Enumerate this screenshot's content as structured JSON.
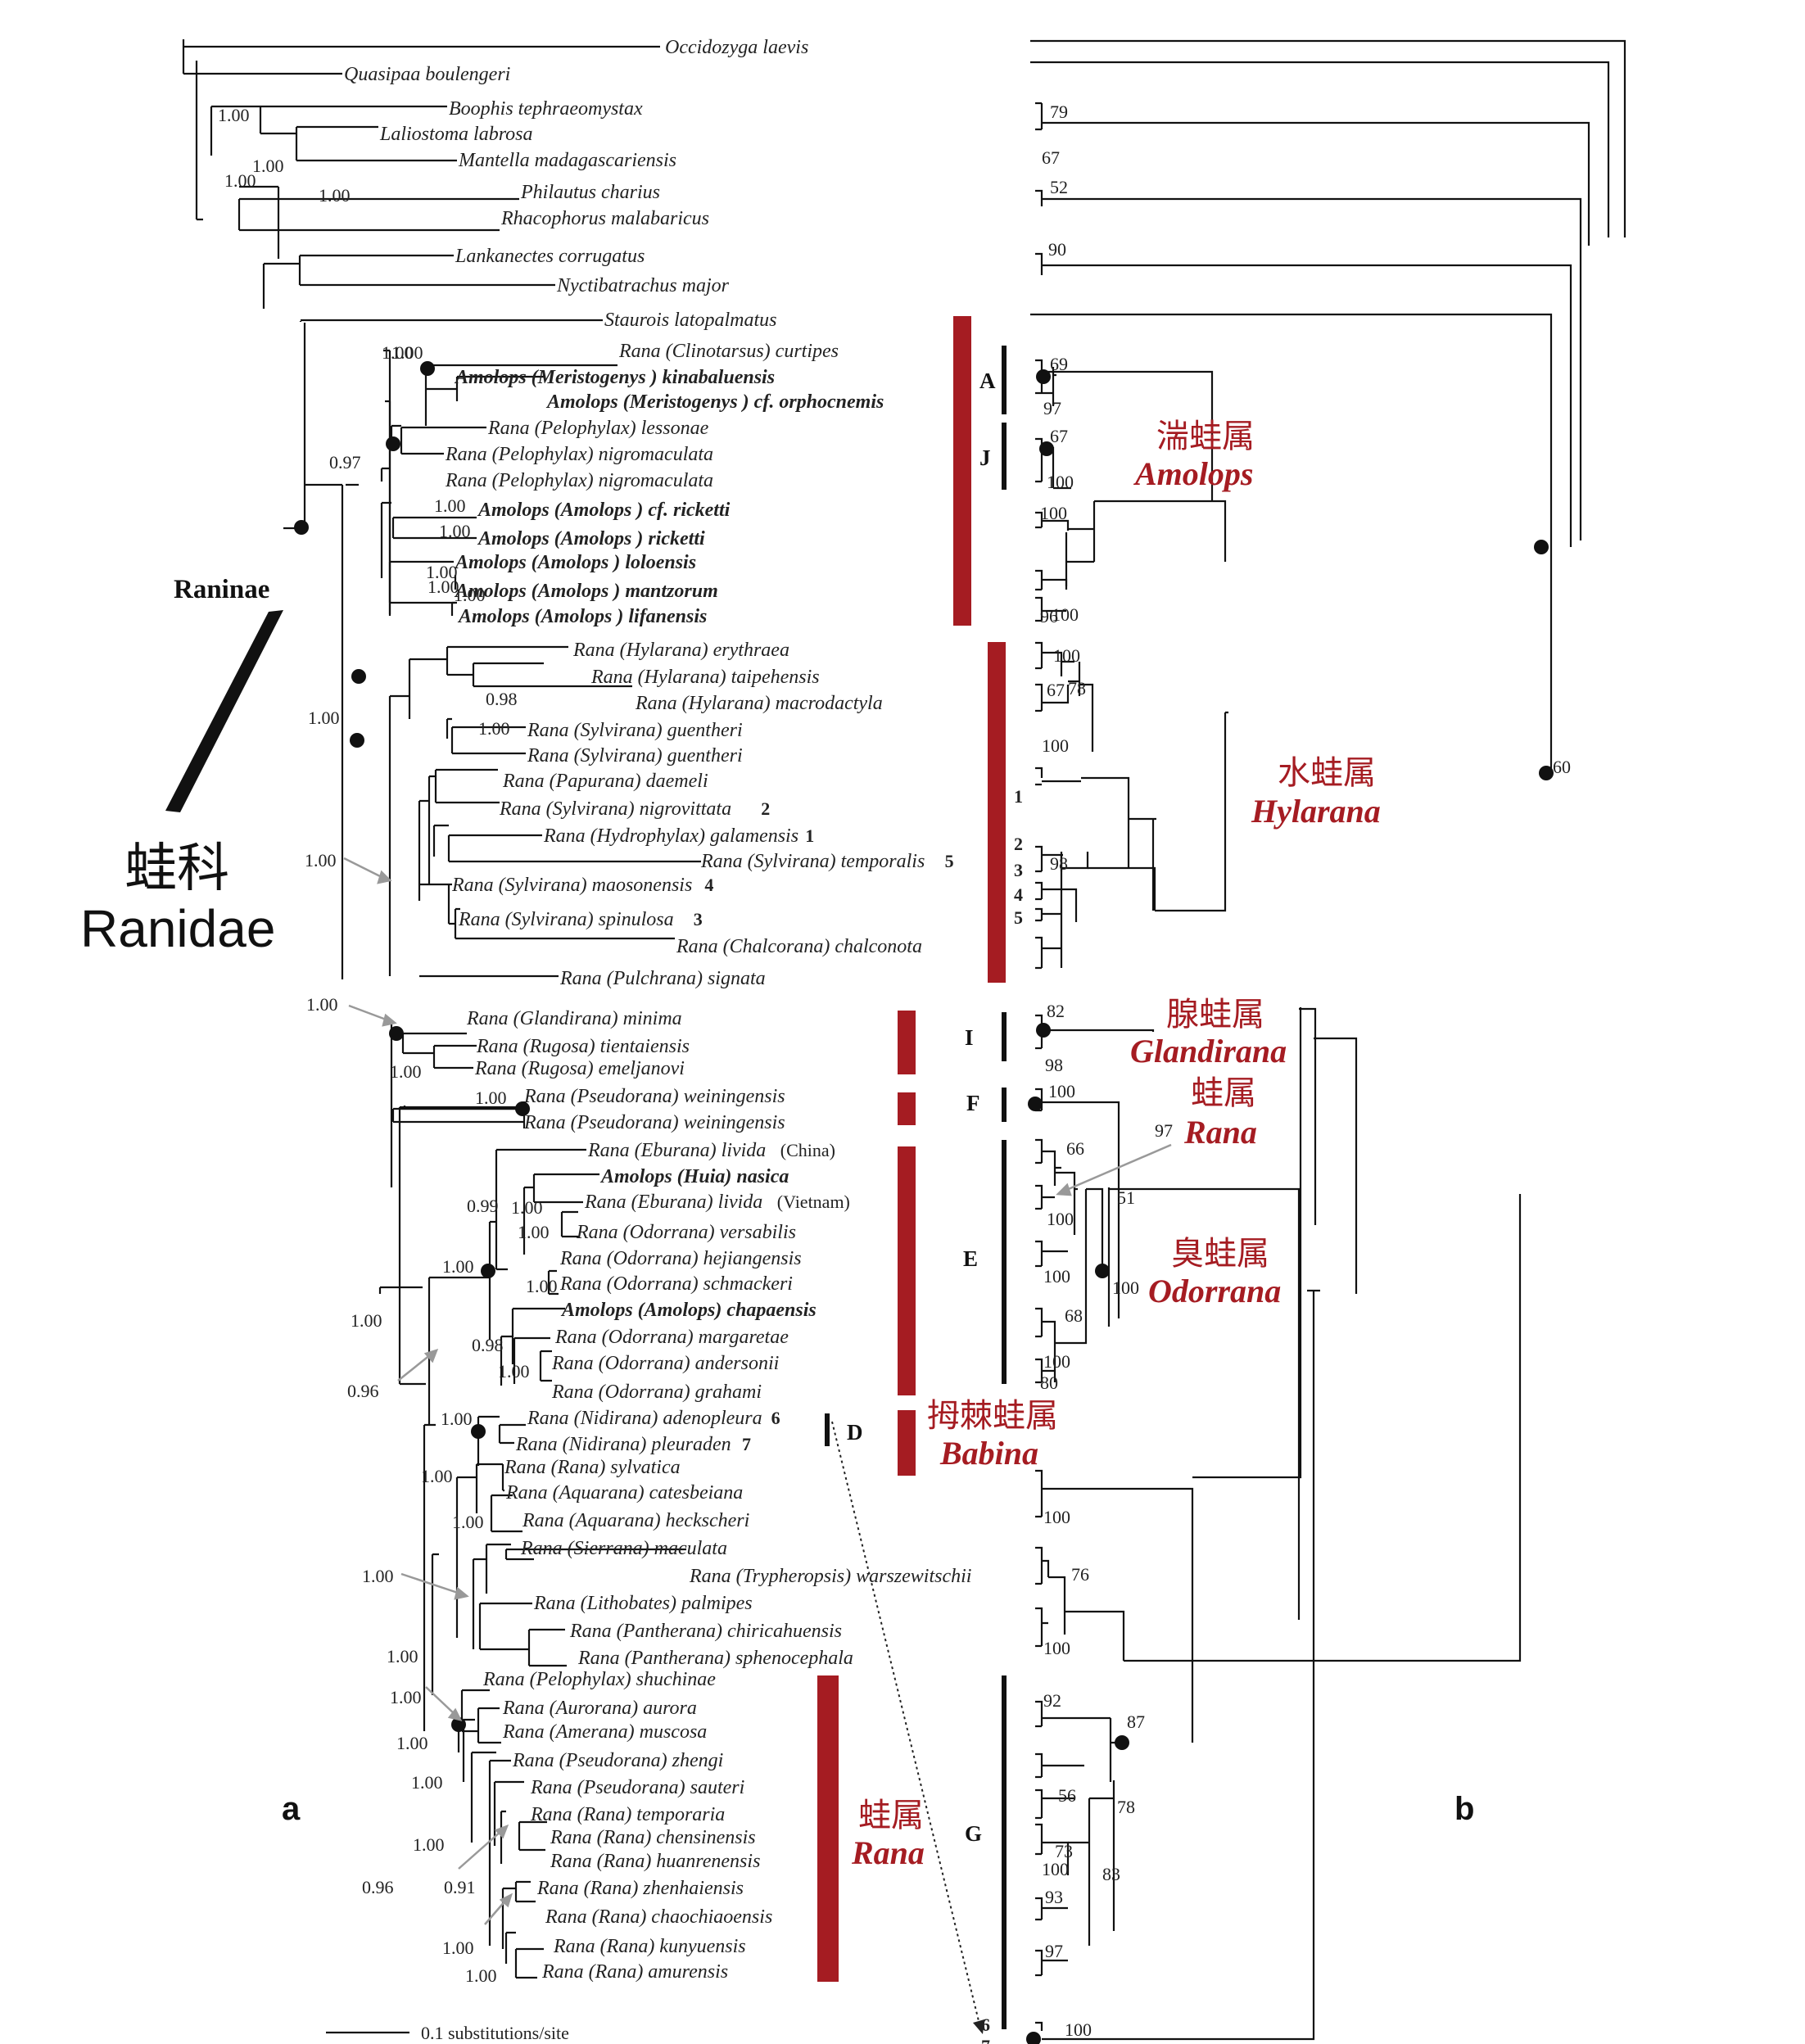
{
  "panels": {
    "a": "a",
    "b": "b"
  },
  "family": {
    "cn": "蛙科",
    "latin": "Ranidae",
    "subfamily": "Raninae"
  },
  "scale_bar": "0.1 substitutions/site",
  "genera": {
    "amolops": {
      "cn": "湍蛙属",
      "la": "Amolops"
    },
    "hylarana": {
      "cn": "水蛙属",
      "la": "Hylarana"
    },
    "glandirana": {
      "cn": "腺蛙属",
      "la": "Glandirana"
    },
    "rana1": {
      "cn": "蛙属",
      "la": "Rana"
    },
    "odorrana": {
      "cn": "臭蛙属",
      "la": "Odorrana"
    },
    "babina": {
      "cn": "拇棘蛙属",
      "la": "Babina"
    },
    "rana2": {
      "cn": "蛙属",
      "la": "Rana"
    }
  },
  "clades": [
    "A",
    "J",
    "I",
    "F",
    "E",
    "D",
    "G"
  ],
  "taxa": [
    {
      "n": "Occidozyga laevis"
    },
    {
      "n": "Quasipaa boulengeri"
    },
    {
      "n": "Boophis tephraeomystax"
    },
    {
      "n": "Laliostoma labrosa"
    },
    {
      "n": "Mantella madagascariensis"
    },
    {
      "n": "Philautus charius"
    },
    {
      "n": "Rhacophorus malabaricus"
    },
    {
      "n": "Lankanectes corrugatus"
    },
    {
      "n": "Nyctibatrachus major"
    },
    {
      "n": "Staurois latopalmatus"
    },
    {
      "n": "Rana (Clinotarsus) curtipes"
    },
    {
      "n": "Amolops (Meristogenys ) kinabaluensis"
    },
    {
      "n": "Amolops (Meristogenys ) cf. orphocnemis"
    },
    {
      "n": "Rana (Pelophylax) lessonae"
    },
    {
      "n": "Rana (Pelophylax) nigromaculata"
    },
    {
      "n": "Rana (Pelophylax) nigromaculata"
    },
    {
      "n": "Amolops (Amolops ) cf. ricketti"
    },
    {
      "n": "Amolops (Amolops ) ricketti"
    },
    {
      "n": "Amolops (Amolops ) loloensis"
    },
    {
      "n": "Amolops (Amolops ) mantzorum"
    },
    {
      "n": "Amolops (Amolops ) lifanensis"
    },
    {
      "n": "Rana (Hylarana) erythraea"
    },
    {
      "n": "Rana (Hylarana) taipehensis"
    },
    {
      "n": "Rana (Hylarana) macrodactyla"
    },
    {
      "n": "Rana (Sylvirana) guentheri"
    },
    {
      "n": "Rana (Sylvirana) guentheri"
    },
    {
      "n": "Rana (Papurana) daemeli"
    },
    {
      "n": "Rana (Sylvirana) nigrovittata",
      "m": "2"
    },
    {
      "n": "Rana (Hydrophylax) galamensis",
      "m": "1"
    },
    {
      "n": "Rana (Sylvirana) temporalis",
      "m": "5"
    },
    {
      "n": "Rana (Sylvirana) maosonensis",
      "m": "4"
    },
    {
      "n": "Rana (Sylvirana) spinulosa",
      "m": "3"
    },
    {
      "n": "Rana (Chalcorana) chalconota"
    },
    {
      "n": "Rana (Pulchrana) signata"
    },
    {
      "n": "Rana (Glandirana) minima"
    },
    {
      "n": "Rana (Rugosa) tientaiensis"
    },
    {
      "n": "Rana (Rugosa) emeljanovi"
    },
    {
      "n": "Rana (Pseudorana) weiningensis"
    },
    {
      "n": "Rana (Pseudorana) weiningensis"
    },
    {
      "n": "Rana (Eburana) livida",
      "s": "(China)"
    },
    {
      "n": "Amolops (Huia) nasica"
    },
    {
      "n": "Rana (Eburana) livida",
      "s": "(Vietnam)"
    },
    {
      "n": "Rana (Odorrana) versabilis"
    },
    {
      "n": "Rana (Odorrana) hejiangensis"
    },
    {
      "n": "Rana (Odorrana) schmackeri"
    },
    {
      "n": "Amolops (Amolops) chapaensis"
    },
    {
      "n": "Rana (Odorrana) margaretae"
    },
    {
      "n": "Rana (Odorrana) andersonii"
    },
    {
      "n": "Rana (Odorrana) grahami"
    },
    {
      "n": "Rana (Nidirana) adenopleura",
      "m": "6"
    },
    {
      "n": "Rana (Nidirana) pleuraden",
      "m": "7"
    },
    {
      "n": "Rana (Rana) sylvatica"
    },
    {
      "n": "Rana (Aquarana) catesbeiana"
    },
    {
      "n": "Rana (Aquarana) heckscheri"
    },
    {
      "n": "Rana (Sierrana) maculata"
    },
    {
      "n": "Rana (Trypheropsis) warszewitschii"
    },
    {
      "n": "Rana (Lithobates) palmipes"
    },
    {
      "n": "Rana (Pantherana) chiricahuensis"
    },
    {
      "n": "Rana (Pantherana) sphenocephala"
    },
    {
      "n": "Rana (Pelophylax) shuchinae"
    },
    {
      "n": "Rana (Aurorana) aurora"
    },
    {
      "n": "Rana (Amerana) muscosa"
    },
    {
      "n": "Rana (Pseudorana) zhengi"
    },
    {
      "n": "Rana (Pseudorana) sauteri"
    },
    {
      "n": "Rana (Rana) temporaria"
    },
    {
      "n": "Rana (Rana) chensinensis"
    },
    {
      "n": "Rana (Rana) huanrenensis"
    },
    {
      "n": "Rana (Rana) zhenhaiensis"
    },
    {
      "n": "Rana (Rana) chaochiaoensis"
    },
    {
      "n": "Rana (Rana) kunyuensis"
    },
    {
      "n": "Rana (Rana) amurensis"
    }
  ],
  "support_a": [
    "1.00",
    "1.00",
    "1.00",
    "1.00",
    "1.00",
    "0.97",
    "1.00",
    "1.00",
    "1.00",
    "1.00",
    "1.00",
    "1.00",
    "1.00",
    "0.98",
    "1.00",
    "1.00",
    "1.00",
    "1.00",
    "1.00",
    "0.99",
    "1.00",
    "1.00",
    "1.00",
    "1.00",
    "0.98",
    "1.00",
    "1.00",
    "0.96",
    "1.00",
    "1.00",
    "1.00",
    "1.00",
    "1.00",
    "1.00",
    "1.00",
    "1.00",
    "1.00",
    "0.96",
    "0.91",
    "1.00",
    "1.00"
  ],
  "support_b": [
    "79",
    "67",
    "52",
    "90",
    "69",
    "97",
    "67",
    "100",
    "100",
    "100",
    "96",
    "100",
    "67",
    "78",
    "100",
    "98",
    "82",
    "98",
    "100",
    "66",
    "97",
    "51",
    "100",
    "100",
    "100",
    "68",
    "100",
    "80",
    "100",
    "76",
    "100",
    "92",
    "87",
    "78",
    "56",
    "73",
    "100",
    "83",
    "93",
    "97",
    "100",
    "60"
  ],
  "side_markers": [
    "1",
    "2",
    "3",
    "4",
    "5",
    "6",
    "7"
  ]
}
